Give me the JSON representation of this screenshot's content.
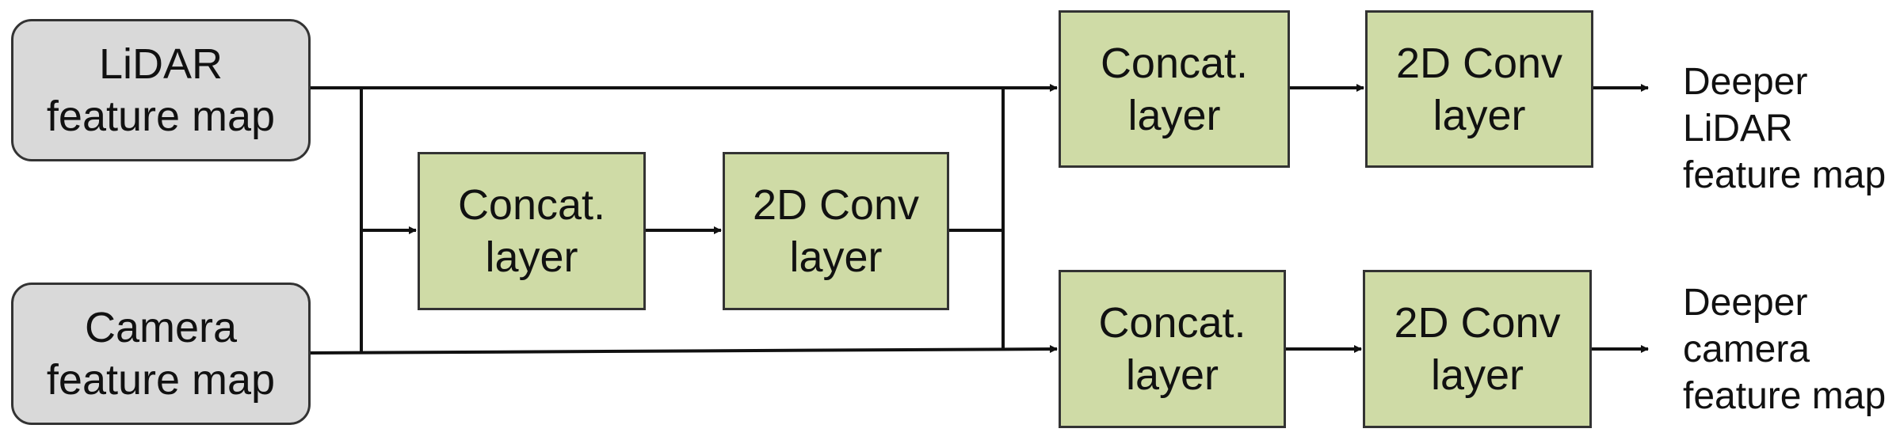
{
  "inputs": {
    "lidar": {
      "line1": "LiDAR",
      "line2": "feature map"
    },
    "camera": {
      "line1": "Camera",
      "line2": "feature map"
    }
  },
  "fusion_branch": {
    "concat": {
      "line1": "Concat.",
      "line2": "layer"
    },
    "conv": {
      "line1": "2D Conv",
      "line2": "layer"
    }
  },
  "lidar_branch": {
    "concat": {
      "line1": "Concat.",
      "line2": "layer"
    },
    "conv": {
      "line1": "2D Conv",
      "line2": "layer"
    }
  },
  "camera_branch": {
    "concat": {
      "line1": "Concat.",
      "line2": "layer"
    },
    "conv": {
      "line1": "2D Conv",
      "line2": "layer"
    }
  },
  "outputs": {
    "lidar": {
      "line1": "Deeper",
      "line2": "LiDAR",
      "line3": "feature map"
    },
    "camera": {
      "line1": "Deeper",
      "line2": "camera",
      "line3": "feature map"
    }
  },
  "colors": {
    "input_fill": "#d9d9d9",
    "layer_fill": "#cfdba6",
    "stroke": "#111111"
  }
}
